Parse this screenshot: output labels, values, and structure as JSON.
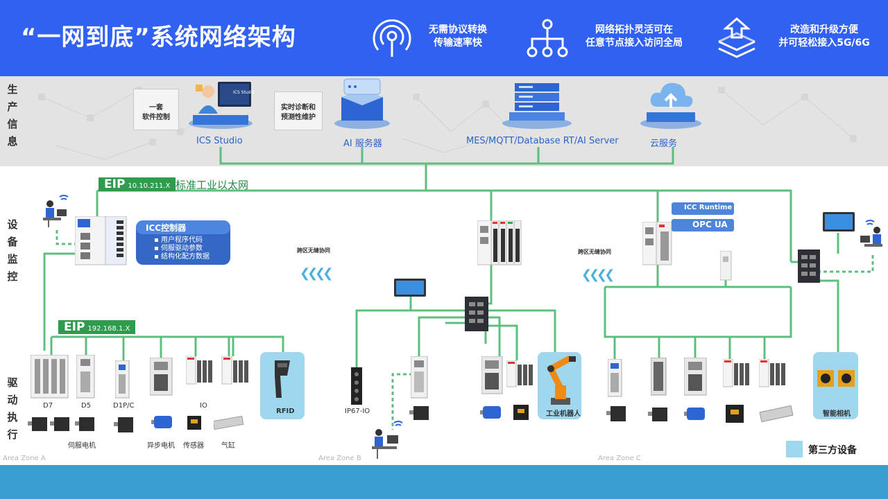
{
  "header": {
    "title": "“一网到底”系统网络架构",
    "features": [
      {
        "icon": "wireless-signal-icon",
        "line1": "无需协议转换",
        "line2": "传输速率快"
      },
      {
        "icon": "network-topology-icon",
        "line1": "网络拓扑灵活可在",
        "line2": "任意节点接入访问全局"
      },
      {
        "icon": "layers-upgrade-icon",
        "line1": "改造和升级方便",
        "line2": "并可轻松接入5G/6G"
      }
    ]
  },
  "layers": {
    "production": [
      "生",
      "产",
      "信",
      "息"
    ],
    "monitoring": [
      "设",
      "备",
      "监",
      "控"
    ],
    "drive": [
      "驱",
      "动",
      "执",
      "行"
    ]
  },
  "production": {
    "note1": [
      "一套",
      "软件控制"
    ],
    "note2": [
      "实时诊断和",
      "预测性维护"
    ],
    "screen_text": "ICS Studio",
    "servers": [
      "ICS  Studio",
      "AI 服务器",
      "MES/MQTT/Database RT/AI Server",
      "云服务"
    ]
  },
  "network": {
    "eip_main": {
      "label": "EIP",
      "ip": "10.10.211.X",
      "name": "标准工业以太网"
    },
    "eip_zone_a": {
      "label": "EIP",
      "ip": "192.168.1.X"
    }
  },
  "controller": {
    "title": "ICC控制器",
    "items": [
      "用户程序代码",
      "伺服驱动参数",
      "结构化配方数据"
    ]
  },
  "runtime_badges": [
    "ICC Runtime",
    "OPC UA"
  ],
  "cross_zone": [
    "跨区无缝协同",
    "跨区无缝协同"
  ],
  "devices_a": {
    "labels": [
      "D7",
      "D5",
      "D1P/C",
      "IO"
    ],
    "bottom": [
      "伺服电机",
      "异步电机",
      "传感器",
      "气缸"
    ],
    "rfid": "RFID"
  },
  "devices_b": {
    "ip67": "IP67-IO",
    "robot": "工业机器人"
  },
  "devices_c": {
    "camera": "智能相机"
  },
  "zones": [
    "Area Zone A",
    "Area Zone B",
    "Area Zone C"
  ],
  "legend": {
    "label": "第三方设备",
    "color": "#9fd7ef"
  },
  "colors": {
    "header": "#3061f0",
    "net_line": "#5cbf7f",
    "eip": "#2e9c4c",
    "footer": "#3a9fd0"
  }
}
